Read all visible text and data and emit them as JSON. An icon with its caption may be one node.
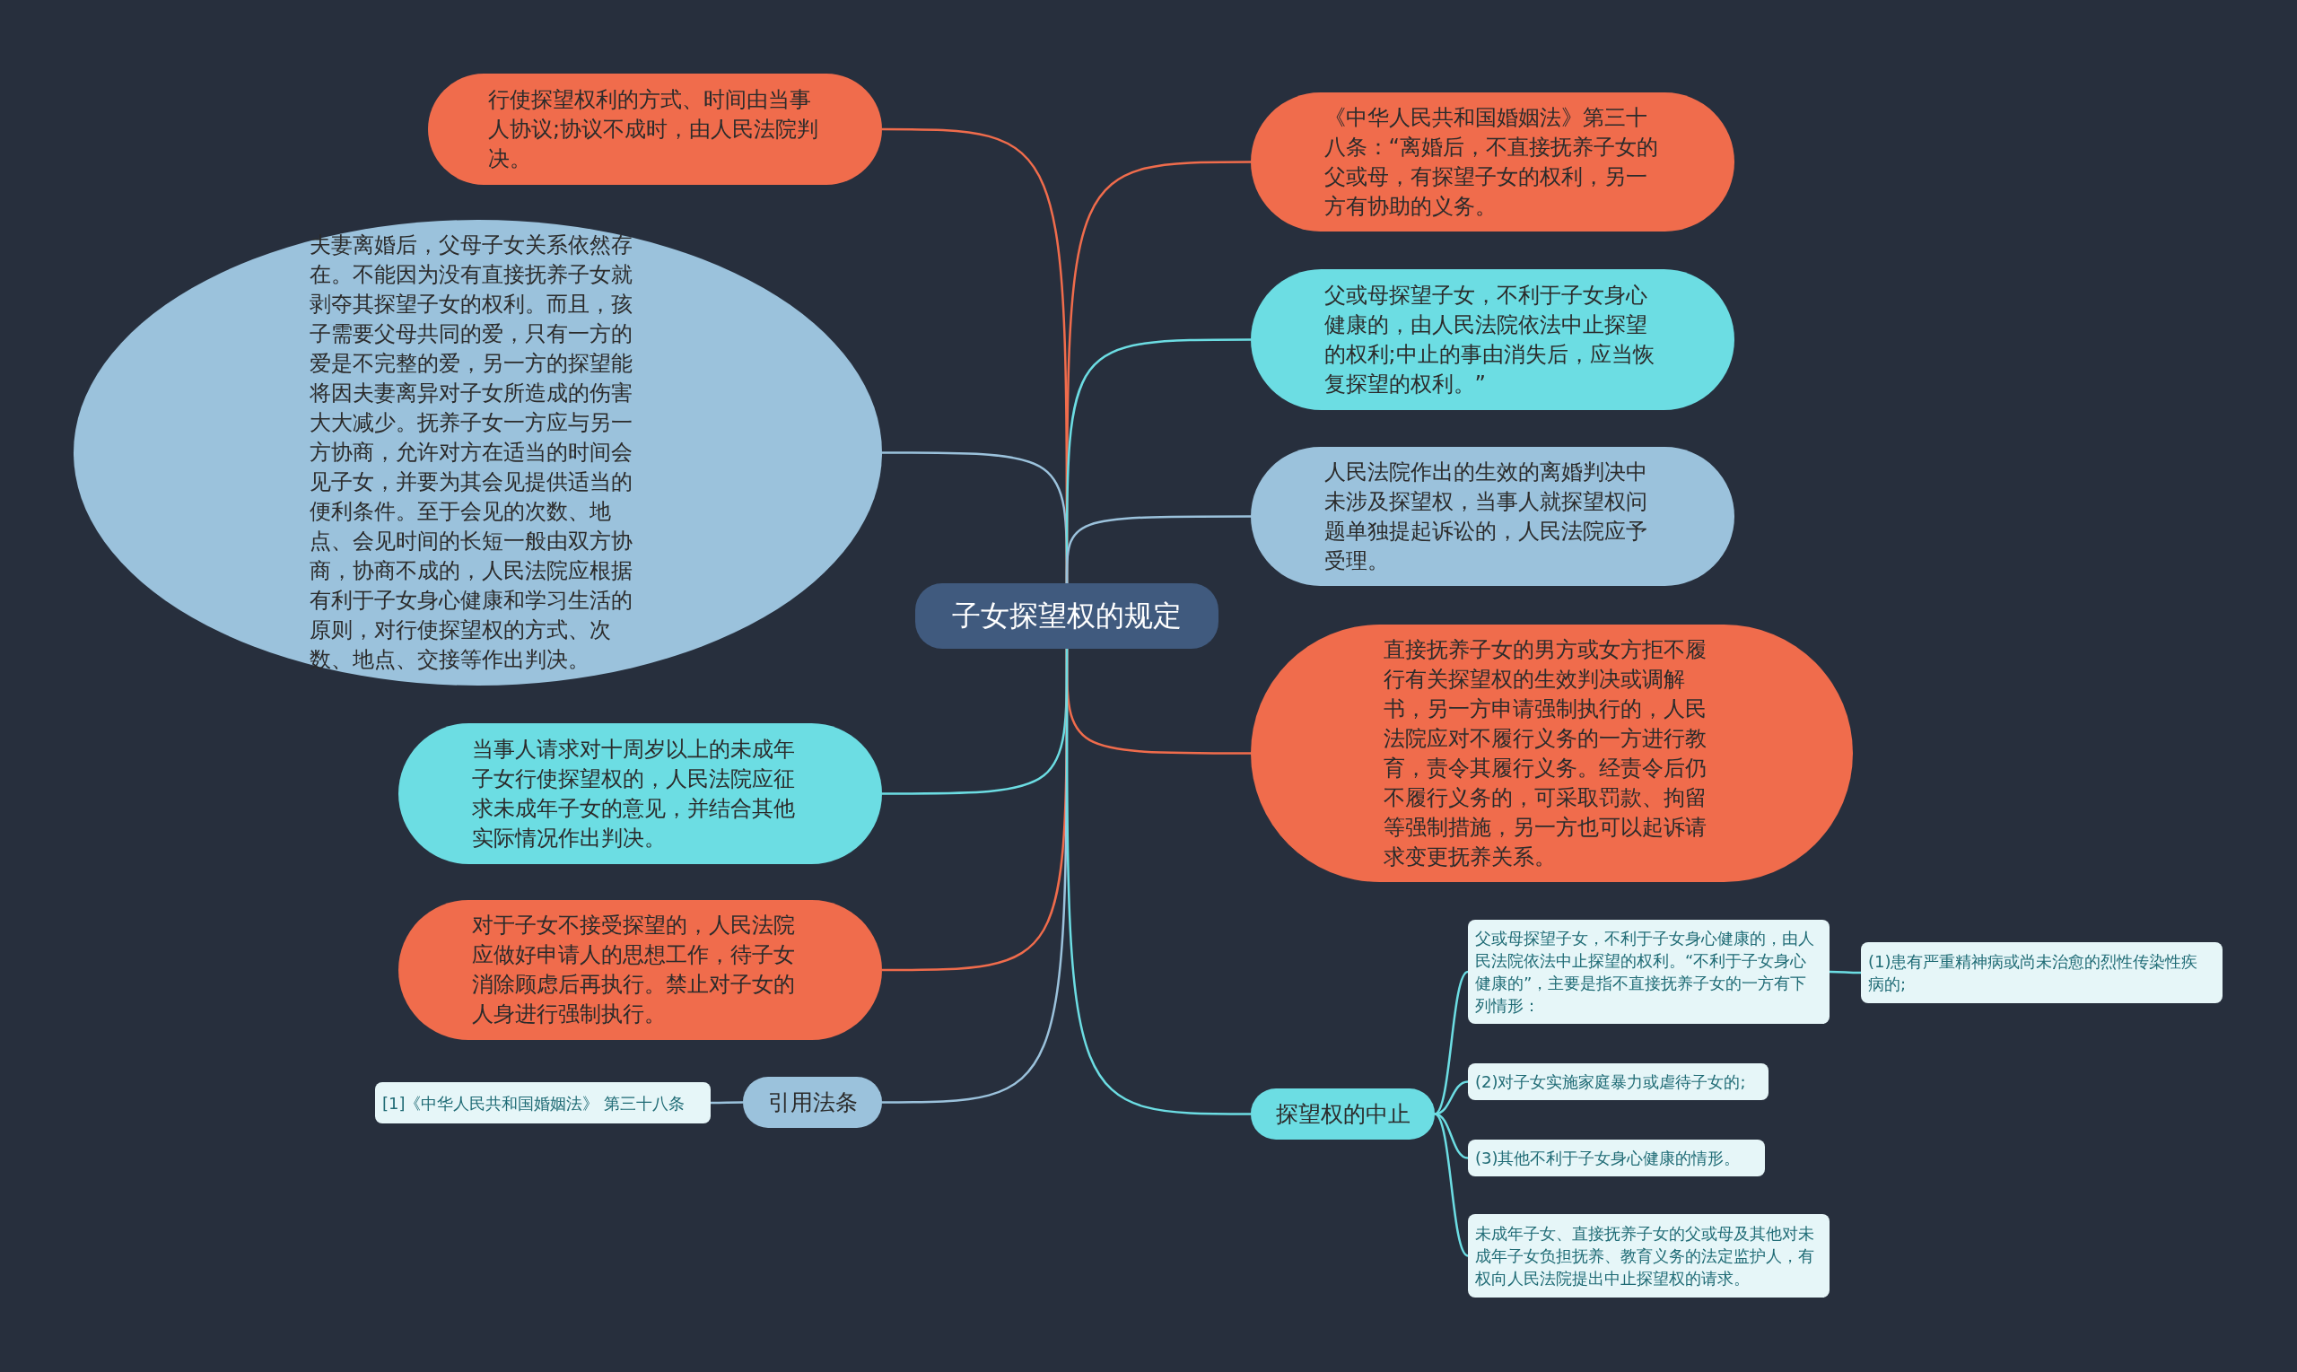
{
  "diagram": {
    "nodes": [
      {
        "text": [
          "子女探望权的规定"
        ]
      },
      {
        "text": [
          "行使探望权利的方式、时间由当事人协议;协议不成时，由人民法院判决。"
        ]
      },
      {
        "text": [
          "夫妻离婚后，父母子女关系依然存在。不能因为没有直接抚养子女就剥夺其探望子女的权利。而且，孩子需要父母共同的爱，只有一方的爱是不完整的爱，另一方的探望能将因夫妻离异对子女所造成的伤害大大减少。抚养子女一方应与另一方协商，允许对方在适当的时间会见子女，并要为其会见提供适当的便利条件。至于会见的次数、地点、会见时间的长短一般由双方协商，协商不成的，人民法院应根据有利于子女身心健康和学习生活的原则，对行使探望权的方式、次数、地点、交接等作出判决。"
        ]
      },
      {
        "text": [
          "当事人请求对十周岁以上的未成年子女行使探望权的，人民法院应征求未成年子女的意见，并结合其他实际情况作出判决。"
        ]
      },
      {
        "text": [
          "对于子女不接受探望的，人民法院应做好申请人的思想工作，待子女消除顾虑后再执行。禁止对子女的人身进行强制执行。"
        ]
      },
      {
        "text": [
          "引用法条"
        ]
      },
      {
        "text": [
          "[1]《中华人民共和国婚姻法》 第三十八条"
        ]
      },
      {
        "text": [
          "《中华人民共和国婚姻法》第三十八条：“离婚后，不直接抚养子女的父或母，有探望子女的权利，另一方有协助的义务。"
        ]
      },
      {
        "text": [
          "父或母探望子女，不利于子女身心健康的，由人民法院依法中止探望的权利;中止的事由消失后，应当恢复探望的权利。”"
        ]
      },
      {
        "text": [
          "人民法院作出的生效的离婚判决中未涉及探望权，当事人就探望权问题单独提起诉讼的，人民法院应予受理。"
        ]
      },
      {
        "text": [
          "直接抚养子女的男方或女方拒不履行有关探望权的生效判决或调解书，另一方申请强制执行的，人民法院应对不履行义务的一方进行教育，责令其履行义务。经责令后仍不履行义务的，可采取罚款、拘留等强制措施，另一方也可以起诉请求变更抚养关系。"
        ]
      },
      {
        "text": [
          "探望权的中止"
        ]
      },
      {
        "text": [
          "父或母探望子女，不利于子女身心健康的，由人民法院依法中止探望的权利。“不利于子女身心健康的”，主要是指不直接抚养子女的一方有下列情形："
        ]
      },
      {
        "text": [
          "(1)患有严重精神病或尚未治愈的烈性传染性疾病的;"
        ]
      },
      {
        "text": [
          "(2)对子女实施家庭暴力或虐待子女的;"
        ]
      },
      {
        "text": [
          "(3)其他不利于子女身心健康的情形。"
        ]
      },
      {
        "text": [
          "未成年子女、直接抚养子女的父或母及其他对未成年子女负担抚养、教育义务的法定监护人，有权向人民法院提出中止探望权的请求。"
        ]
      }
    ],
    "edges": [
      {
        "from": 0,
        "to": 1,
        "arrow": "none",
        "color": "#f06c4c"
      },
      {
        "from": 0,
        "to": 2,
        "arrow": "none",
        "color": "#9bc2dc"
      },
      {
        "from": 0,
        "to": 3,
        "arrow": "none"
      },
      {
        "from": 0,
        "to": 4,
        "arrow": "none",
        "color": "#f06c4c"
      },
      {
        "from": 0,
        "to": 5,
        "arrow": "none",
        "color": "#9bc2dc"
      },
      {
        "from": 5,
        "to": 6,
        "arrow": "none",
        "color": "#9bc2dc"
      },
      {
        "from": 0,
        "to": 7,
        "arrow": "none",
        "color": "#f06c4c"
      },
      {
        "from": 0,
        "to": 8,
        "arrow": "none"
      },
      {
        "from": 0,
        "to": 9,
        "arrow": "none",
        "color": "#9bc2dc"
      },
      {
        "from": 0,
        "to": 10,
        "arrow": "none",
        "color": "#f06c4c"
      },
      {
        "from": 0,
        "to": 11,
        "arrow": "none"
      },
      {
        "from": 11,
        "to": 12,
        "arrow": "none"
      },
      {
        "from": 12,
        "to": 13,
        "arrow": "none"
      },
      {
        "from": 11,
        "to": 14,
        "arrow": "none"
      },
      {
        "from": 11,
        "to": 15,
        "arrow": "none"
      },
      {
        "from": 11,
        "to": 16,
        "arrow": "none"
      }
    ]
  }
}
